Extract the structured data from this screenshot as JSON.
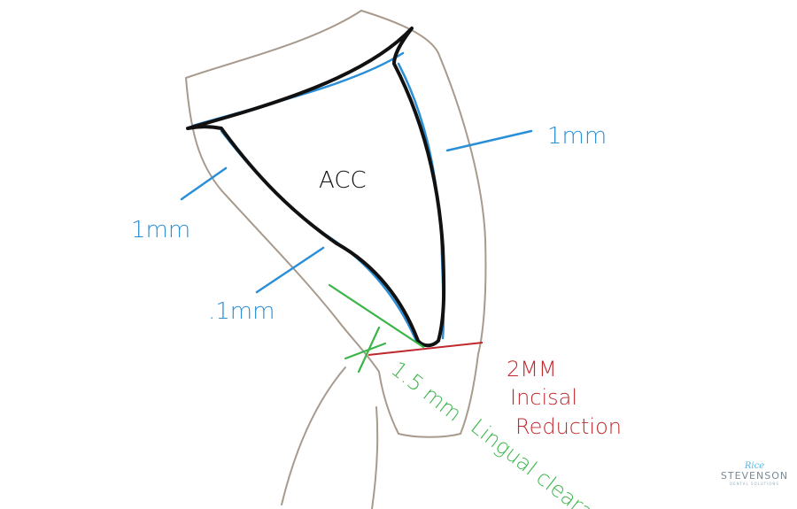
{
  "labels": {
    "chamber": "ACC",
    "facial": "1mm",
    "lingual_upper": "1mm",
    "lingual_lower": ".1mm",
    "lingual_clearance_value": "1.5 mm",
    "lingual_clearance_text": "Lingual clearan",
    "incisal_value": "2MM",
    "incisal_line1": "Incisal",
    "incisal_line2": "Reduction"
  },
  "logo": {
    "script": "Rice",
    "name": "STEVENSON",
    "sub": "DENTAL SOLUTIONS"
  },
  "colors": {
    "outline": "#a89a8c",
    "chamber": "#111111",
    "measure": "#2a8fd6",
    "clearance": "#3bb54a",
    "incisal": "#c0282e"
  }
}
